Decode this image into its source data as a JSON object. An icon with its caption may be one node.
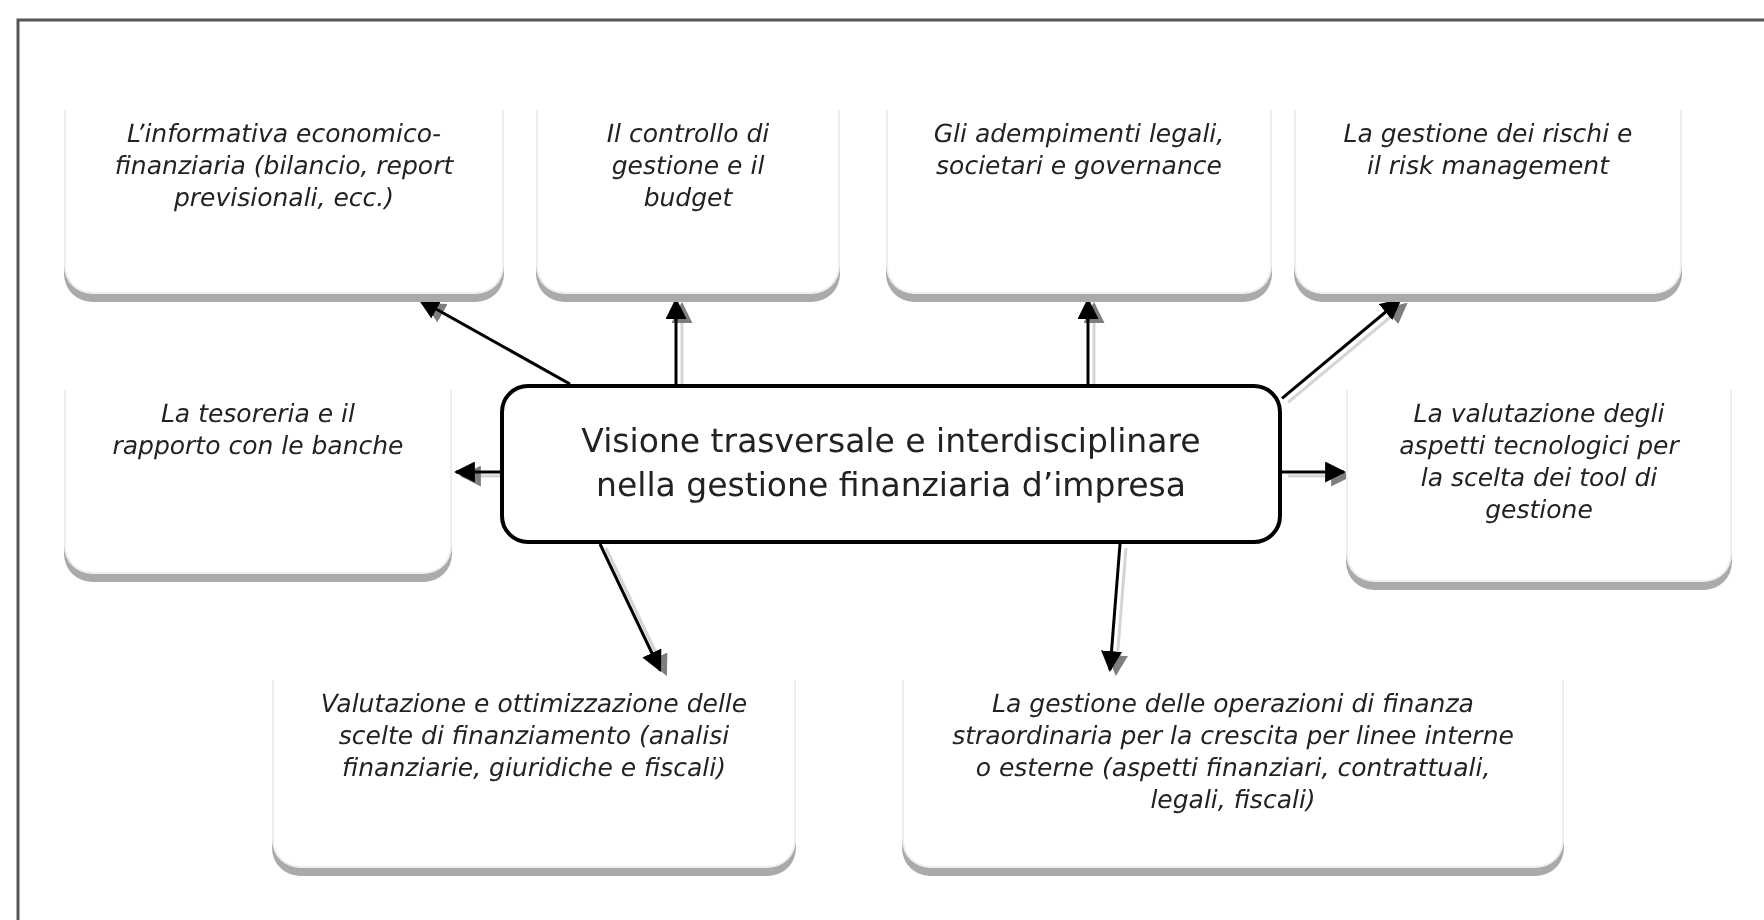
{
  "diagram": {
    "nodes": [
      {
        "text": [
          "Visione trasversale e interdisciplinare nella gestione finanziaria d’impresa"
        ]
      },
      {
        "text": [
          "L’informativa economico-finanziaria (bilancio, report previsionali, ecc.)"
        ]
      },
      {
        "text": [
          "Il controllo di gestione e il budget"
        ]
      },
      {
        "text": [
          "Gli adempimenti legali, societari e governance"
        ]
      },
      {
        "text": [
          "La gestione dei rischi e il risk management"
        ]
      },
      {
        "text": [
          "La tesoreria e il rapporto con le banche"
        ]
      },
      {
        "text": [
          "La valutazione degli aspetti tecnologici per la scelta dei tool di gestione"
        ]
      },
      {
        "text": [
          "Valutazione e ottimizzazione delle scelte di finanziamento (analisi finanziarie, giuridiche e fiscali)"
        ]
      },
      {
        "text": [
          "La gestione delle operazioni di finanza straordinaria per la crescita per linee interne o esterne (aspetti finanziari, contrattuali, legali, fiscali)"
        ]
      }
    ],
    "edges": [
      {
        "from": 0,
        "to": 1,
        "arrow": "to"
      },
      {
        "from": 0,
        "to": 2,
        "arrow": "to"
      },
      {
        "from": 0,
        "to": 3,
        "arrow": "to"
      },
      {
        "from": 0,
        "to": 4,
        "arrow": "to"
      },
      {
        "from": 0,
        "to": 5,
        "arrow": "to"
      },
      {
        "from": 0,
        "to": 6,
        "arrow": "to"
      },
      {
        "from": 0,
        "to": 7,
        "arrow": "to"
      },
      {
        "from": 0,
        "to": 8,
        "arrow": "to"
      }
    ]
  }
}
